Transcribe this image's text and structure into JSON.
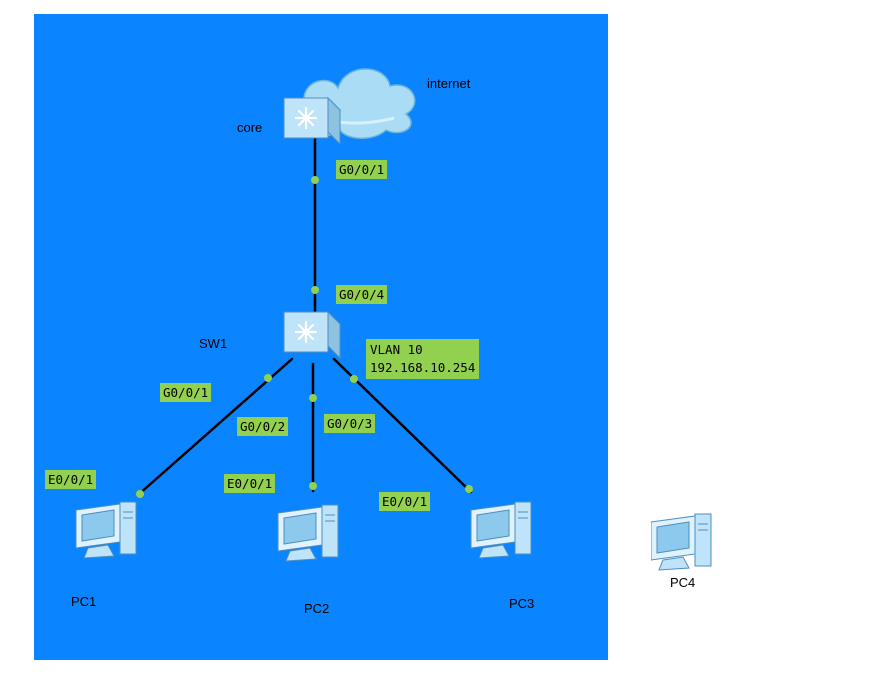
{
  "colors": {
    "background": "#0a84ff",
    "link": "#000000",
    "port_dot": "#92d050",
    "port_label_bg": "#92d050",
    "cloud": "#a8dcf5",
    "device_body": "#cfeafb"
  },
  "devices": {
    "internet": {
      "label": "internet",
      "icon": "cloud-icon"
    },
    "core": {
      "label": "core",
      "icon": "layer3-switch-icon"
    },
    "sw1": {
      "label": "SW1",
      "icon": "layer3-switch-icon"
    },
    "pc1": {
      "label": "PC1",
      "icon": "pc-icon"
    },
    "pc2": {
      "label": "PC2",
      "icon": "pc-icon"
    },
    "pc3": {
      "label": "PC3",
      "icon": "pc-icon"
    },
    "pc4": {
      "label": "PC4",
      "icon": "pc-icon"
    }
  },
  "ports": {
    "core_uplink": "G0/0/1",
    "sw1_uplink": "G0/0/4",
    "sw1_to_pc1": "G0/0/1",
    "sw1_to_pc2": "G0/0/2",
    "sw1_to_pc3": "G0/0/3",
    "pc1_port": "E0/0/1",
    "pc2_port": "E0/0/1",
    "pc3_port": "E0/0/1"
  },
  "vlan": {
    "line1": "VLAN 10",
    "line2": "192.168.10.254"
  }
}
